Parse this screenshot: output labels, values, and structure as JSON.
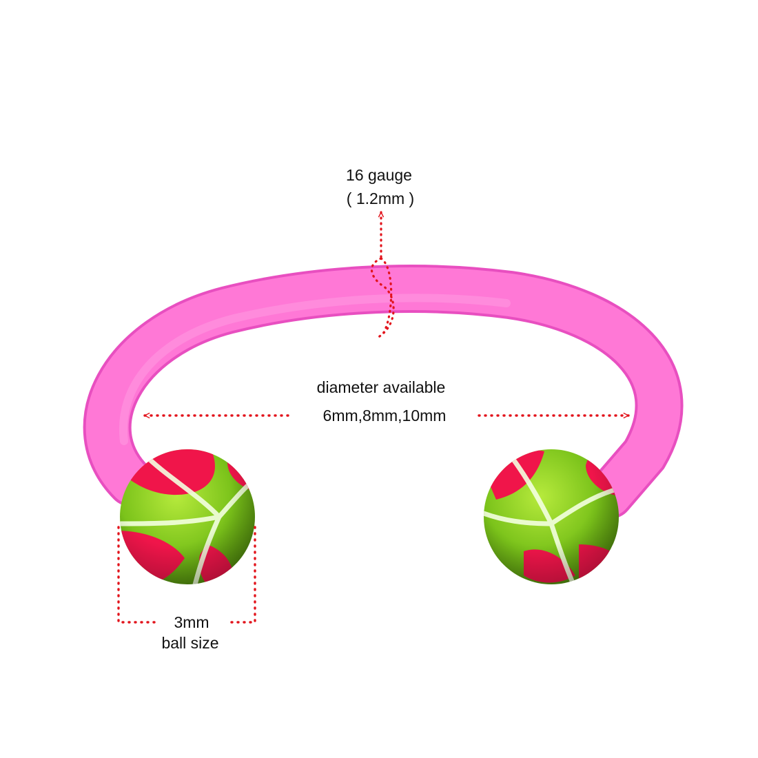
{
  "labels": {
    "gauge": "16 gauge",
    "gauge_mm": "( 1.2mm )",
    "diameter_title": "diameter available",
    "diameter_values": "6mm,8mm,10mm",
    "ball_mm": "3mm",
    "ball_title": "ball size"
  },
  "colors": {
    "ring": "#ff78d6",
    "ring_shadow": "#e84fc0",
    "ball_green": "#7ac21a",
    "ball_green_light": "#b6ea3c",
    "ball_red": "#f0154a",
    "ball_highlight": "#f3ffe0",
    "annotation": "#e2141c",
    "text": "#111111"
  }
}
